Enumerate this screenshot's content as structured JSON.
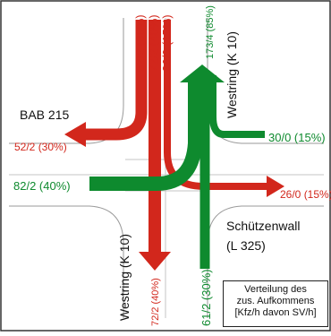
{
  "colors": {
    "red": "#d2271c",
    "green": "#0e8a2e",
    "road": "#9a9a9a",
    "text": "#111111",
    "border": "#222222"
  },
  "roads": {
    "bab215": "BAB 215",
    "westring_top": "Westring (K 10)",
    "westring_bottom": "Westring (K 10)",
    "schuetzenwall_name": "Schützenwall",
    "schuetzenwall_code": "(L 325)"
  },
  "flows": {
    "north_in_1": "52/2 (30%)",
    "north_in_2": "72/2 (40%)",
    "north_in_3": "26/0 (15%)",
    "north_out": "173/4 (85%)",
    "west_out": "52/2 (30%)",
    "west_in": "82/2 (40%)",
    "east_in": "30/0 (15%)",
    "east_out": "26/0 (15%)",
    "south_out": "72/2 (40%)",
    "south_in": "61/2 (30%)"
  },
  "legend": {
    "line1": "Verteilung des",
    "line2": "zus. Aufkommens",
    "line3": "[Kfz/h davon SV/h]"
  }
}
